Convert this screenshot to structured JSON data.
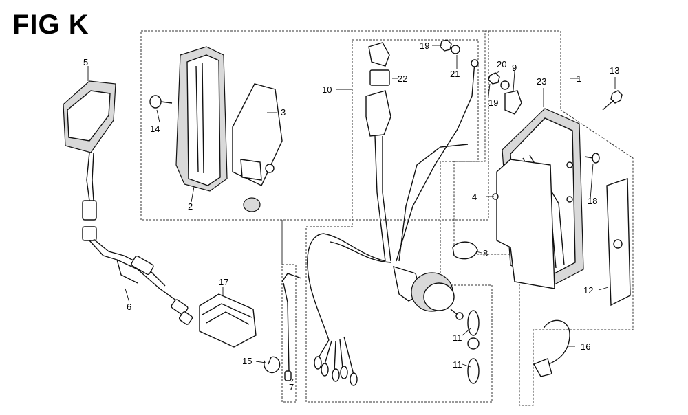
{
  "figure": {
    "title": "FIG K"
  },
  "callouts": [
    {
      "id": "c1",
      "label": "1"
    },
    {
      "id": "c2",
      "label": "2"
    },
    {
      "id": "c3",
      "label": "3"
    },
    {
      "id": "c4",
      "label": "4"
    },
    {
      "id": "c5",
      "label": "5"
    },
    {
      "id": "c6",
      "label": "6"
    },
    {
      "id": "c7",
      "label": "7"
    },
    {
      "id": "c8",
      "label": "8"
    },
    {
      "id": "c9",
      "label": "9"
    },
    {
      "id": "c10",
      "label": "10"
    },
    {
      "id": "c11a",
      "label": "11"
    },
    {
      "id": "c11b",
      "label": "11"
    },
    {
      "id": "c12",
      "label": "12"
    },
    {
      "id": "c13",
      "label": "13"
    },
    {
      "id": "c14",
      "label": "14"
    },
    {
      "id": "c15",
      "label": "15"
    },
    {
      "id": "c16",
      "label": "16"
    },
    {
      "id": "c17",
      "label": "17"
    },
    {
      "id": "c18",
      "label": "18"
    },
    {
      "id": "c19a",
      "label": "19"
    },
    {
      "id": "c19b",
      "label": "19"
    },
    {
      "id": "c20",
      "label": "20"
    },
    {
      "id": "c21",
      "label": "21"
    },
    {
      "id": "c22",
      "label": "22"
    },
    {
      "id": "c23",
      "label": "23"
    }
  ]
}
